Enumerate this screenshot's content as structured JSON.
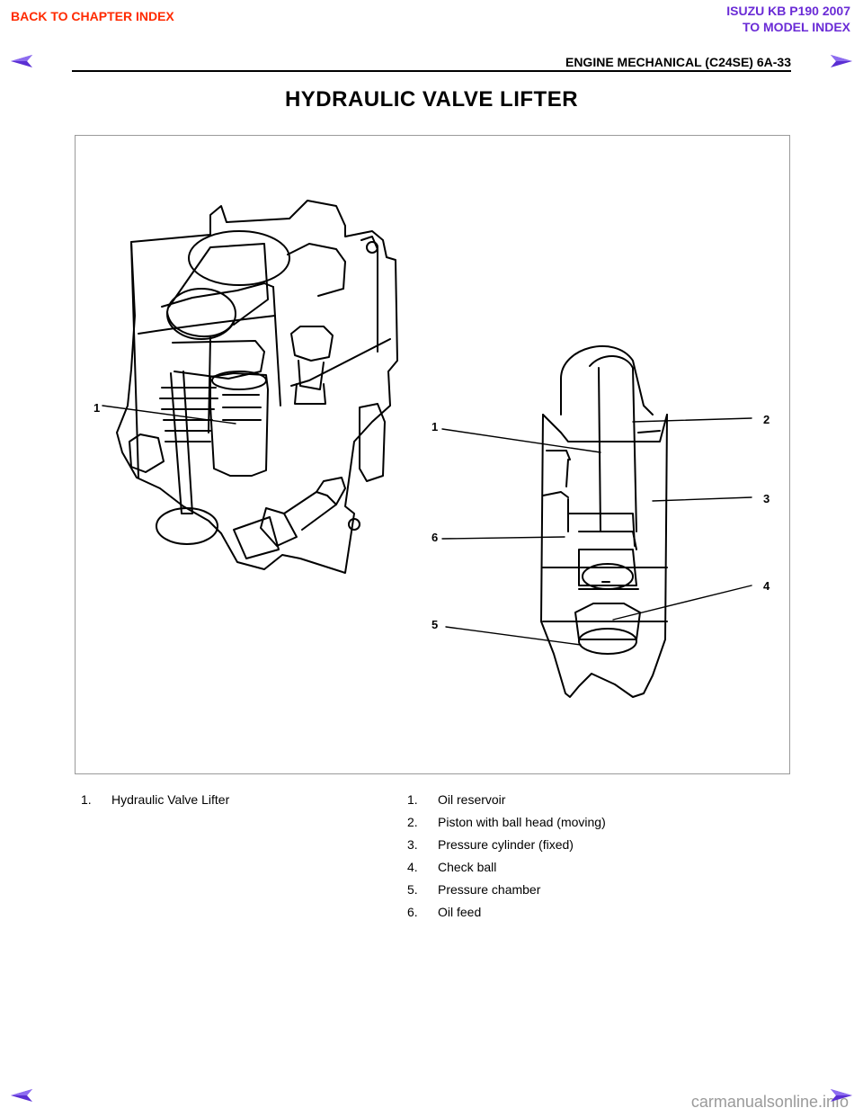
{
  "header": {
    "back_link": "BACK TO CHAPTER INDEX",
    "model_title": "ISUZU KB P190 2007",
    "model_link": "TO MODEL INDEX",
    "section": "ENGINE MECHANICAL (C24SE) 6A-33"
  },
  "colors": {
    "back_link": "#ff2a00",
    "model_link": "#6a2bd6",
    "arrow": "#5b2fd3"
  },
  "icons": {
    "prev": "left-arrow-icon",
    "next": "right-arrow-icon"
  },
  "title": "HYDRAULIC VALVE LIFTER",
  "figure": {
    "left_callouts": [
      "1"
    ],
    "right_callouts": [
      "1",
      "2",
      "3",
      "4",
      "5",
      "6"
    ]
  },
  "legend_left": [
    {
      "num": "1.",
      "text": "Hydraulic Valve Lifter"
    }
  ],
  "legend_right": [
    {
      "num": "1.",
      "text": "Oil reservoir"
    },
    {
      "num": "2.",
      "text": "Piston with ball head (moving)"
    },
    {
      "num": "3.",
      "text": "Pressure cylinder (fixed)"
    },
    {
      "num": "4.",
      "text": "Check ball"
    },
    {
      "num": "5.",
      "text": "Pressure chamber"
    },
    {
      "num": "6.",
      "text": "Oil feed"
    }
  ],
  "watermark": "carmanualsonline.info"
}
